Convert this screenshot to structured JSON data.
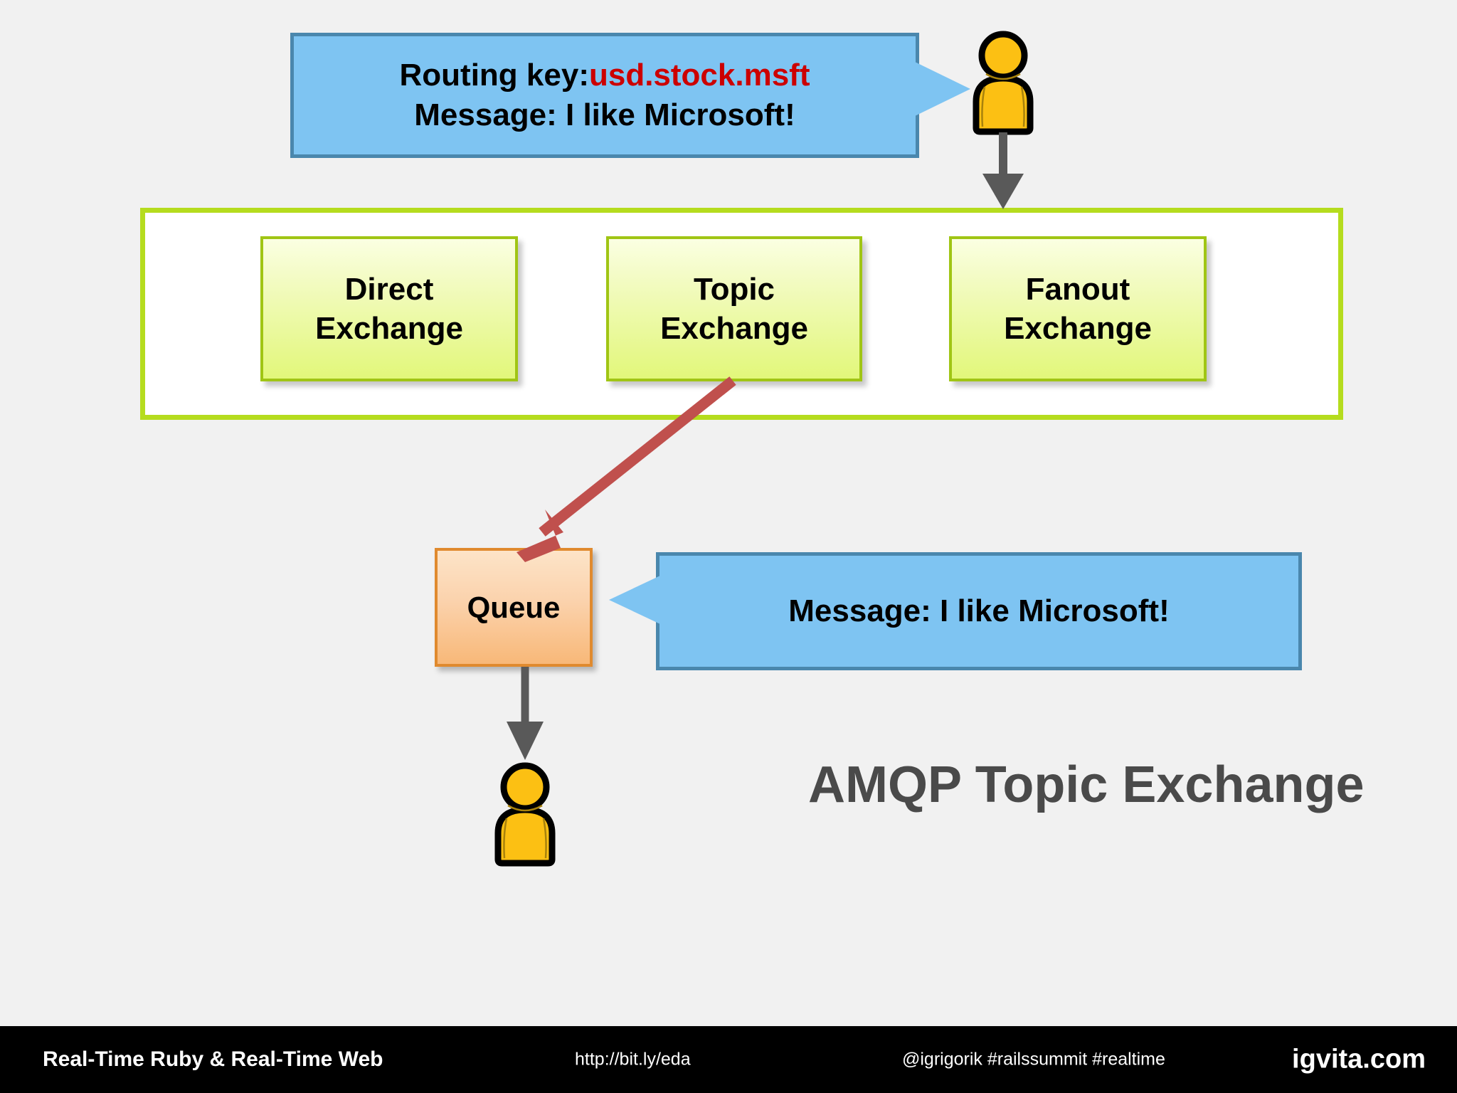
{
  "slide": {
    "title": "AMQP Topic Exchange",
    "background_color": "#f1f1f1"
  },
  "producer_bubble": {
    "routing_key_label": "Routing key:",
    "routing_key_value": "usd.stock.msft",
    "message_line": "Message: I like Microsoft!",
    "fill_color": "#7ec4f2",
    "border_color": "#4a87ad",
    "key_value_color": "#cc0000"
  },
  "consumer_bubble": {
    "message_line": "Message: I like Microsoft!",
    "fill_color": "#7ec4f2",
    "border_color": "#4a87ad"
  },
  "exchange_container": {
    "border_color": "#b5dc1e",
    "fill_color": "#ffffff",
    "boxes": [
      {
        "line1": "Direct",
        "line2": "Exchange"
      },
      {
        "line1": "Topic",
        "line2": "Exchange"
      },
      {
        "line1": "Fanout",
        "line2": "Exchange"
      }
    ]
  },
  "queue": {
    "label": "Queue",
    "fill_color": "#f8b878",
    "border_color": "#e08a2e"
  },
  "arrows": {
    "producer_to_exchange_color": "#595959",
    "topic_to_queue_color": "#c0504d",
    "queue_to_consumer_color": "#595959"
  },
  "icons": {
    "producer": "person-icon",
    "consumer": "person-icon",
    "person_fill": "#fcc013",
    "person_outline": "#000000"
  },
  "footer": {
    "title": "Real-Time Ruby & Real-Time Web",
    "url": "http://bit.ly/eda",
    "tags": "@igrigorik #railssummit #realtime",
    "brand": "igvita.com",
    "background_color": "#000000",
    "text_color": "#ffffff"
  }
}
